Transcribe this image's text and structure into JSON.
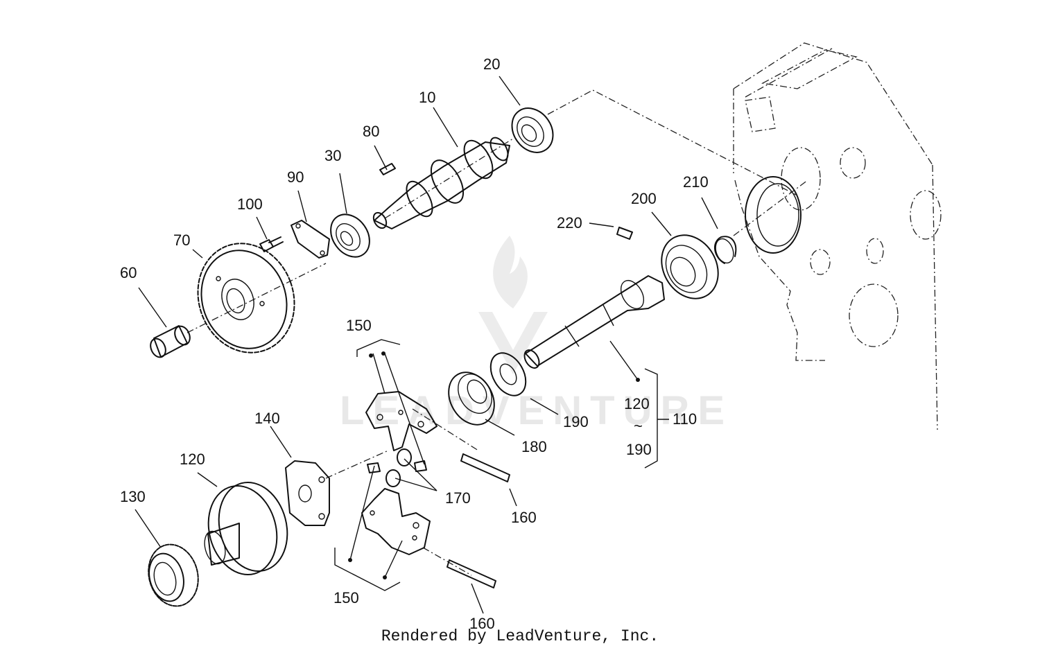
{
  "diagram": {
    "watermark": "LEADVENTURE",
    "footer": "Rendered by LeadVenture, Inc.",
    "callouts": {
      "p10": "10",
      "p20": "20",
      "p30": "30",
      "p60": "60",
      "p70": "70",
      "p80": "80",
      "p90": "90",
      "p100": "100",
      "p110": "110",
      "p120a": "120",
      "p120b": "120",
      "tilde": "~",
      "p130": "130",
      "p140": "140",
      "p150a": "150",
      "p150b": "150",
      "p160a": "160",
      "p160b": "160",
      "p170": "170",
      "p180": "180",
      "p190a": "190",
      "p190b": "190",
      "p200": "200",
      "p210": "210",
      "p220": "220"
    }
  }
}
